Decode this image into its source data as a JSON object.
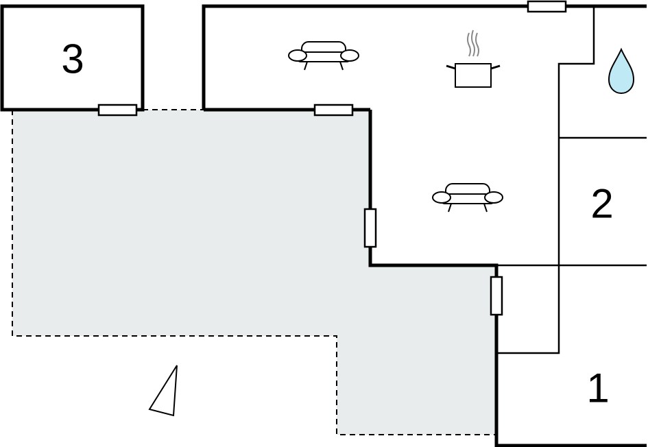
{
  "rooms": {
    "room_3": {
      "label": "3"
    },
    "room_2": {
      "label": "2"
    },
    "room_1": {
      "label": "1"
    }
  },
  "icons": [
    {
      "name": "sofa-icon"
    },
    {
      "name": "cooking-pot-icon"
    },
    {
      "name": "water-drop-icon"
    },
    {
      "name": "compass-north-arrow-icon"
    }
  ],
  "colors": {
    "wall": "#000000",
    "terrace_fill": "#e8ecec",
    "water_drop": "#bfe9f4",
    "background": "#ffffff"
  }
}
